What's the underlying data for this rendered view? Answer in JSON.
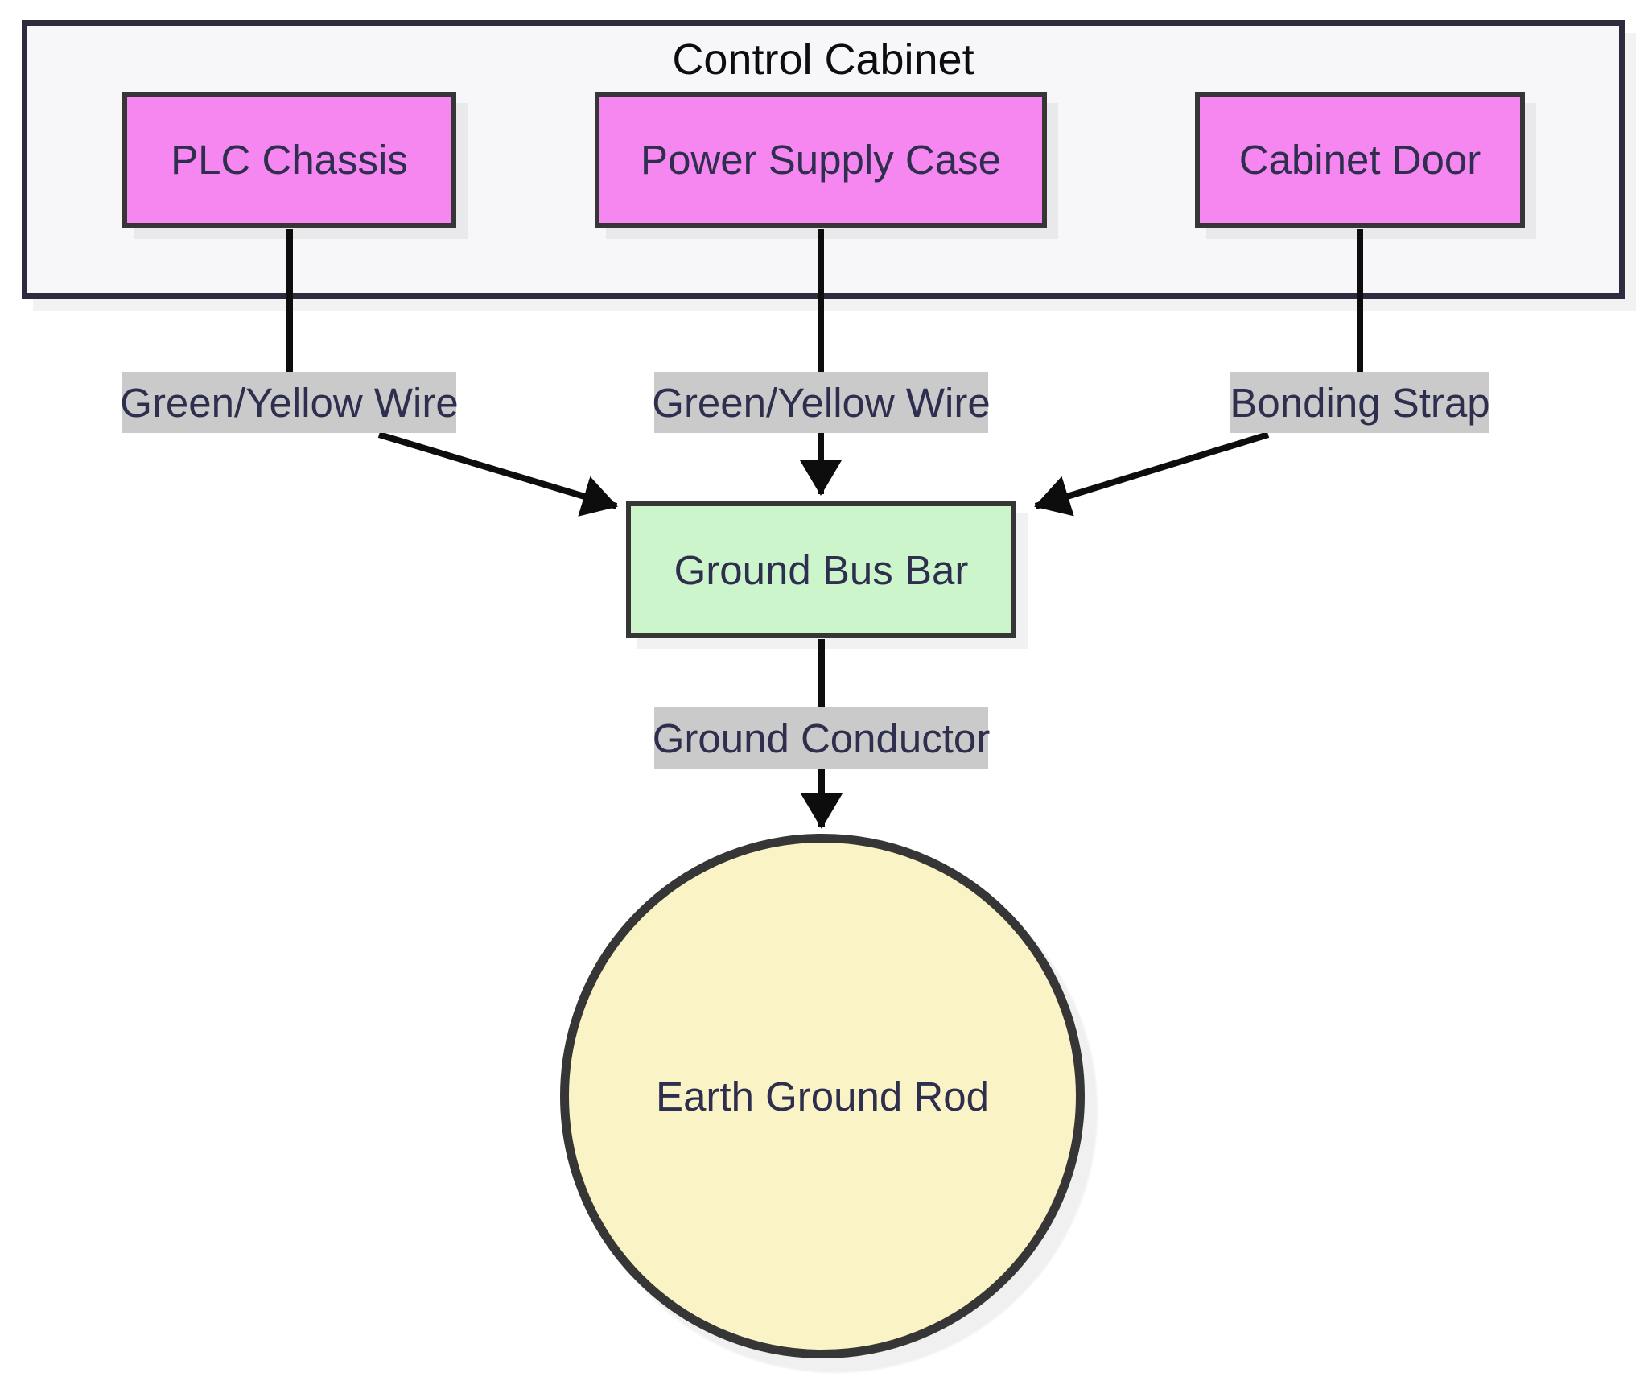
{
  "diagram": {
    "type": "flowchart-top-down",
    "cluster": {
      "label": "Control Cabinet"
    },
    "nodes": [
      {
        "id": "plc",
        "label": "PLC Chassis",
        "shape": "rect",
        "fill": "#f787f0"
      },
      {
        "id": "psu",
        "label": "Power Supply Case",
        "shape": "rect",
        "fill": "#f787f0"
      },
      {
        "id": "door",
        "label": "Cabinet Door",
        "shape": "rect",
        "fill": "#f787f0"
      },
      {
        "id": "bus",
        "label": "Ground Bus Bar",
        "shape": "rect",
        "fill": "#ccf5cc"
      },
      {
        "id": "rod",
        "label": "Earth Ground Rod",
        "shape": "circle",
        "fill": "#faf3c5"
      }
    ],
    "edges": [
      {
        "from": "PLC Chassis",
        "to": "Ground Bus Bar",
        "label": "Green/Yellow Wire"
      },
      {
        "from": "Power Supply Case",
        "to": "Ground Bus Bar",
        "label": "Green/Yellow Wire"
      },
      {
        "from": "Cabinet Door",
        "to": "Ground Bus Bar",
        "label": "Bonding Strap"
      },
      {
        "from": "Ground Bus Bar",
        "to": "Earth Ground Rod",
        "label": "Ground Conductor"
      }
    ],
    "colors": {
      "node_pink": "#f787f0",
      "node_green": "#ccf5cc",
      "node_yellow": "#faf3c5",
      "node_border": "#363636",
      "cluster_bg": "#f7f7fa",
      "cluster_border": "#2c2c3e",
      "edge_label_bg": "#cacaca",
      "node_text": "#2e2e4e",
      "title_text": "#0d0d0d",
      "line_color": "#0d0d0d",
      "page_bg": "#ffffff"
    }
  }
}
